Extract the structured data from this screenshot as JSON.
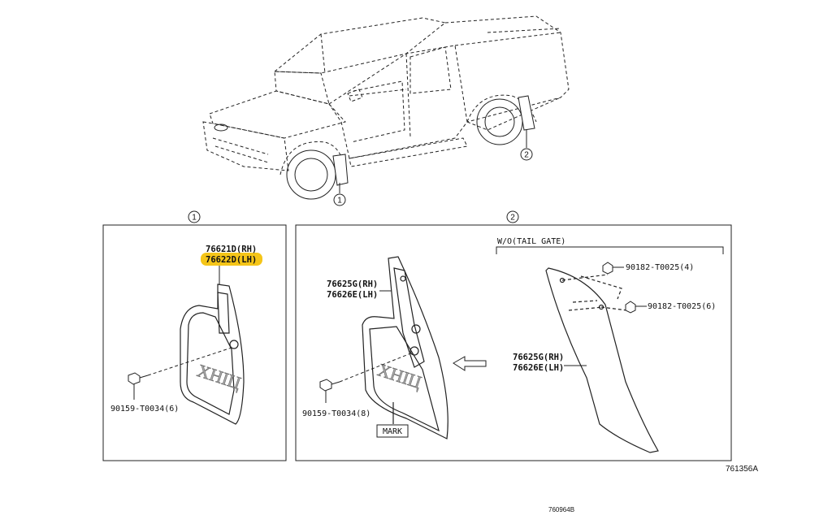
{
  "callouts": {
    "one": "1",
    "two": "2"
  },
  "panel1": {
    "part_rh": "76621D(RH)",
    "part_lh": "76622D(LH)",
    "screw": "90159-T0034(6)",
    "highlight_color": "#f5c518"
  },
  "panel2": {
    "part_rh": "76625G(RH)",
    "part_lh": "76626E(LH)",
    "screw": "90159-T0034(8)",
    "mark": "MARK",
    "variant_label": "W/O(TAIL GATE)",
    "nut_a": "90182-T0025(4)",
    "nut_b": "90182-T0025(6)",
    "flap_rh": "76625G(RH)",
    "flap_lh": "76626E(LH)"
  },
  "figure_code": "761356A",
  "page_code": "760964B"
}
